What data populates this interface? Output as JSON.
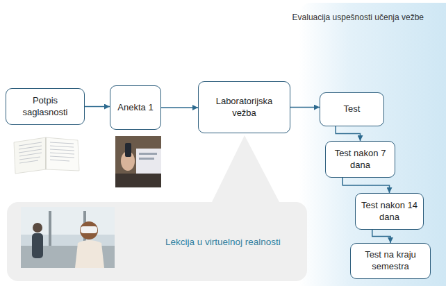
{
  "diagram": {
    "nodes": [
      {
        "text": [
          "Potpis saglasnosti"
        ]
      },
      {
        "text": [
          "Anekta 1"
        ]
      },
      {
        "text": [
          "Laboratorijska vežba"
        ]
      },
      {
        "text": [
          "Evaluacija uspešnosti učenja vežbe"
        ]
      },
      {
        "text": [
          "Test"
        ],
        "in": 3
      },
      {
        "text": [
          "Test nakon 7 dana"
        ],
        "in": 3
      },
      {
        "text": [
          "Test nakon 14 dana"
        ],
        "in": 3
      },
      {
        "text": [
          "Test na kraju semestra"
        ],
        "in": 3
      },
      {
        "text": [
          "Lekcija u virtuelnoj realnosti"
        ]
      }
    ],
    "edges": [
      {
        "from": 0,
        "to": 1,
        "arrow": "to"
      },
      {
        "from": 1,
        "to": 2,
        "arrow": "to"
      },
      {
        "from": 2,
        "to": 4,
        "arrow": "to"
      },
      {
        "from": 4,
        "to": 5,
        "arrow": "to"
      },
      {
        "from": 5,
        "to": 6,
        "arrow": "to"
      },
      {
        "from": 6,
        "to": 7,
        "arrow": "to"
      }
    ]
  }
}
